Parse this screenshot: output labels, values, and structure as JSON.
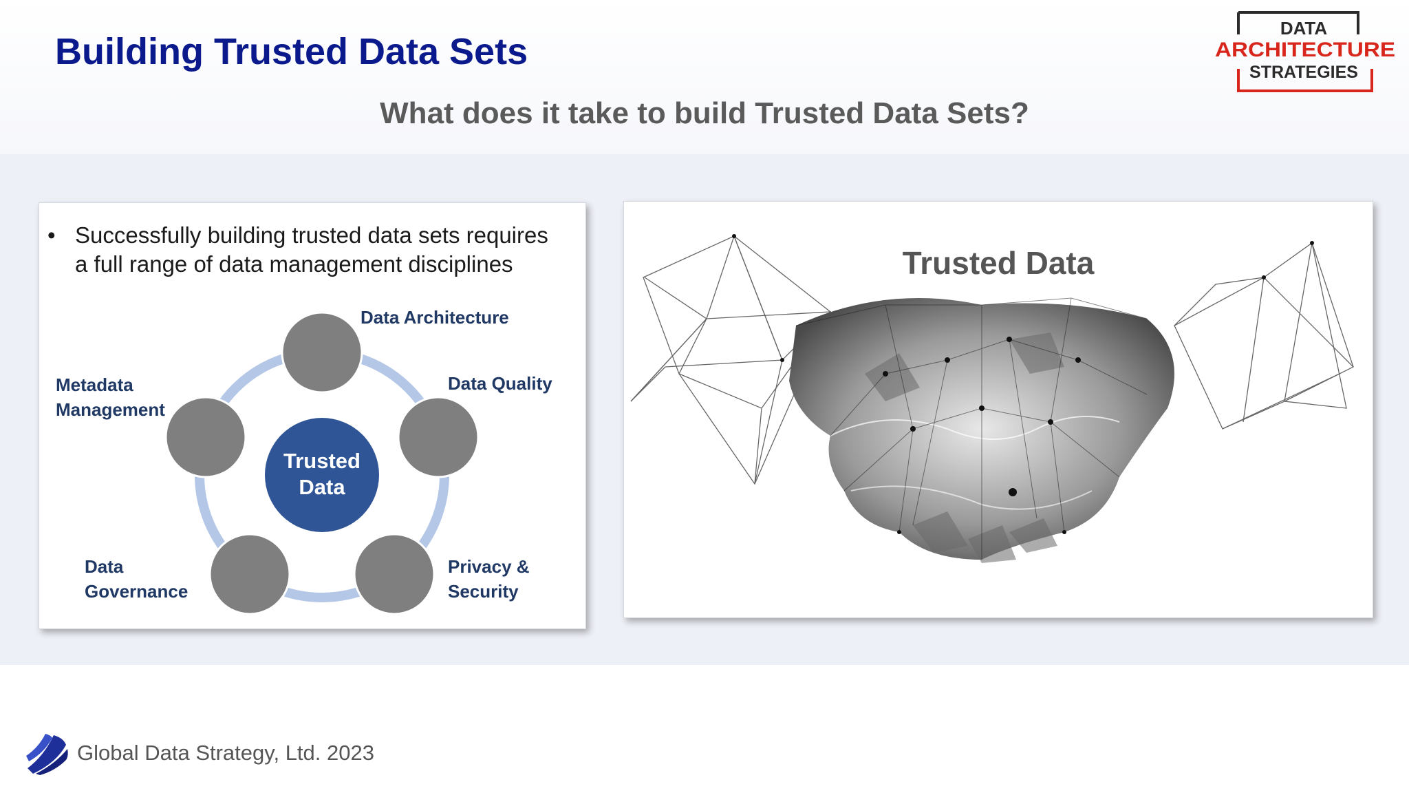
{
  "slide": {
    "title": "Building Trusted Data Sets",
    "subtitle": "What does it take to build Trusted Data Sets?"
  },
  "logo": {
    "line1": "DATA",
    "line2": "ARCHITECTURE",
    "line3": "STRATEGIES"
  },
  "left_panel": {
    "bullet": "Successfully building trusted data sets requires a full range of data management disciplines",
    "hub_line1": "Trusted",
    "hub_line2": "Data",
    "nodes": {
      "architecture": "Data Architecture",
      "quality": "Data Quality",
      "privacy_line1": "Privacy &",
      "privacy_line2": "Security",
      "governance_line1": "Data",
      "governance_line2": "Governance",
      "metadata_line1": "Metadata",
      "metadata_line2": "Management"
    }
  },
  "right_panel": {
    "title": "Trusted Data",
    "image": "handshake-wireframe"
  },
  "footer": {
    "text": "Global Data Strategy, Ltd. 2023"
  },
  "colors": {
    "title": "#0a1a8c",
    "node_label": "#1f3864",
    "hub": "#2f5597",
    "node": "#7f7f7f",
    "ring": "#b4c7e7",
    "logo_accent": "#d9261c"
  }
}
